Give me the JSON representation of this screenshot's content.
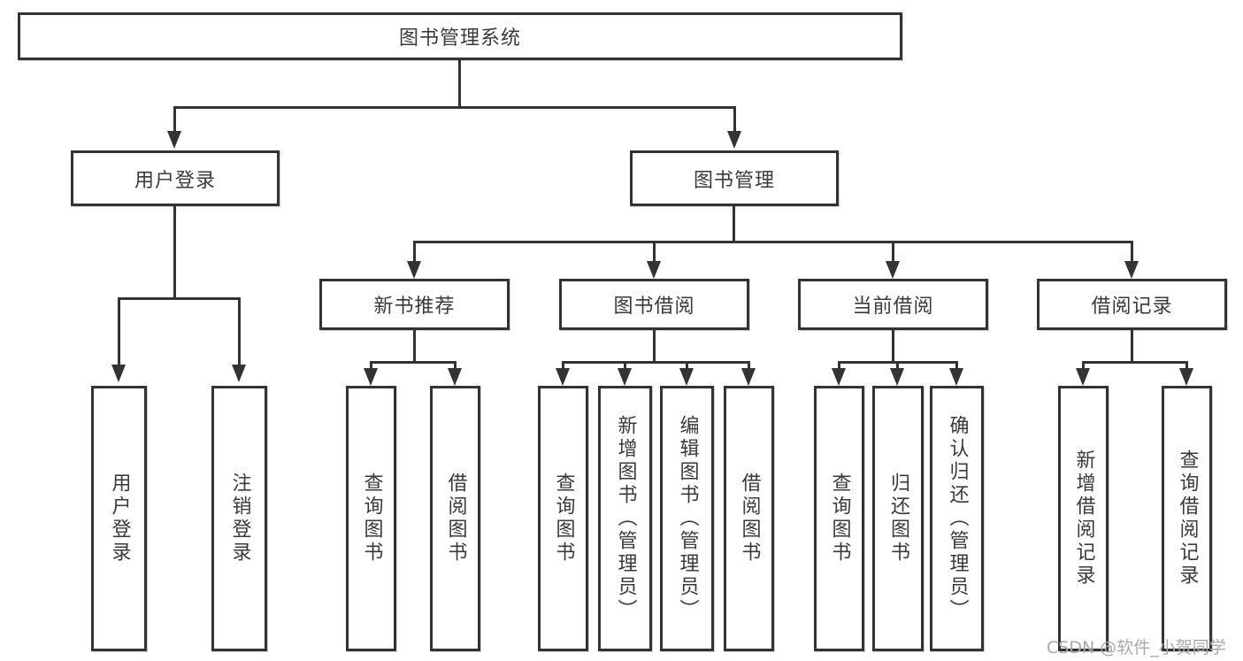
{
  "diagram": {
    "root": "图书管理系统",
    "user_login_branch": {
      "label": "用户登录",
      "children": [
        "用户登录",
        "注销登录"
      ]
    },
    "book_mgmt_branch": {
      "label": "图书管理",
      "groups": [
        {
          "label": "新书推荐",
          "children": [
            "查询图书",
            "借阅图书"
          ]
        },
        {
          "label": "图书借阅",
          "children": [
            "查询图书",
            "新增图书（管理员）",
            "编辑图书（管理员）",
            "借阅图书"
          ]
        },
        {
          "label": "当前借阅",
          "children": [
            "查询图书",
            "归还图书",
            "确认归还（管理员）"
          ]
        },
        {
          "label": "借阅记录",
          "children": [
            "新增借阅记录",
            "查询借阅记录"
          ]
        }
      ]
    }
  },
  "watermark": "CSDN @软件_小贺同学",
  "colors": {
    "line": "#333333",
    "text": "#3a3a3a",
    "watermark": "#a9a9a9"
  }
}
